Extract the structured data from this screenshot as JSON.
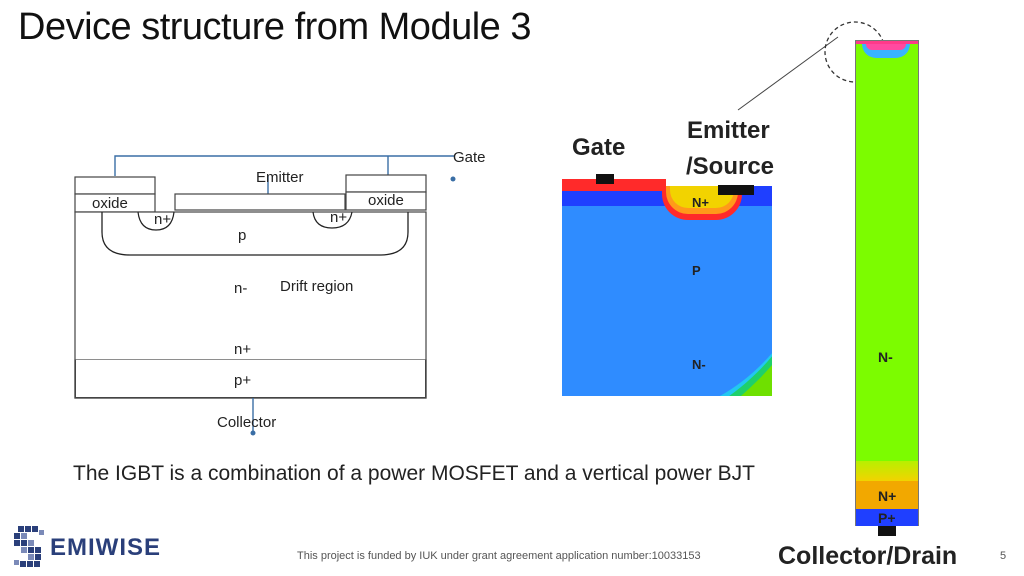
{
  "title": "Device structure from Module 3",
  "schematic": {
    "gate": "Gate",
    "emitter": "Emitter",
    "oxide_left": "oxide",
    "oxide_right": "oxide",
    "nplus_left": "n+",
    "nplus_right": "n+",
    "p": "p",
    "nminus": "n-",
    "drift_region": "Drift region",
    "nplus_bottom": "n+",
    "pplus": "p+",
    "collector": "Collector"
  },
  "simulation": {
    "gate": "Gate",
    "emitter_line1": "Emitter",
    "emitter_line2": "/Source",
    "nplus": "N+",
    "p": "P",
    "nminus": "N-"
  },
  "column": {
    "nminus": "N-",
    "nplus": "N+",
    "pplus": "P+",
    "collector_drain": "Collector/Drain"
  },
  "caption": "The IGBT is a combination of a power MOSFET and a vertical power BJT",
  "footer": {
    "funding": "This project is funded by IUK under grant agreement application number:10033153",
    "page": "5",
    "logo_text": "EMIWISE"
  },
  "colors": {
    "green": "#7CFC00",
    "deep_blue": "#1f3fff",
    "red": "#ff2a2a",
    "pink": "#ff3a8a"
  }
}
